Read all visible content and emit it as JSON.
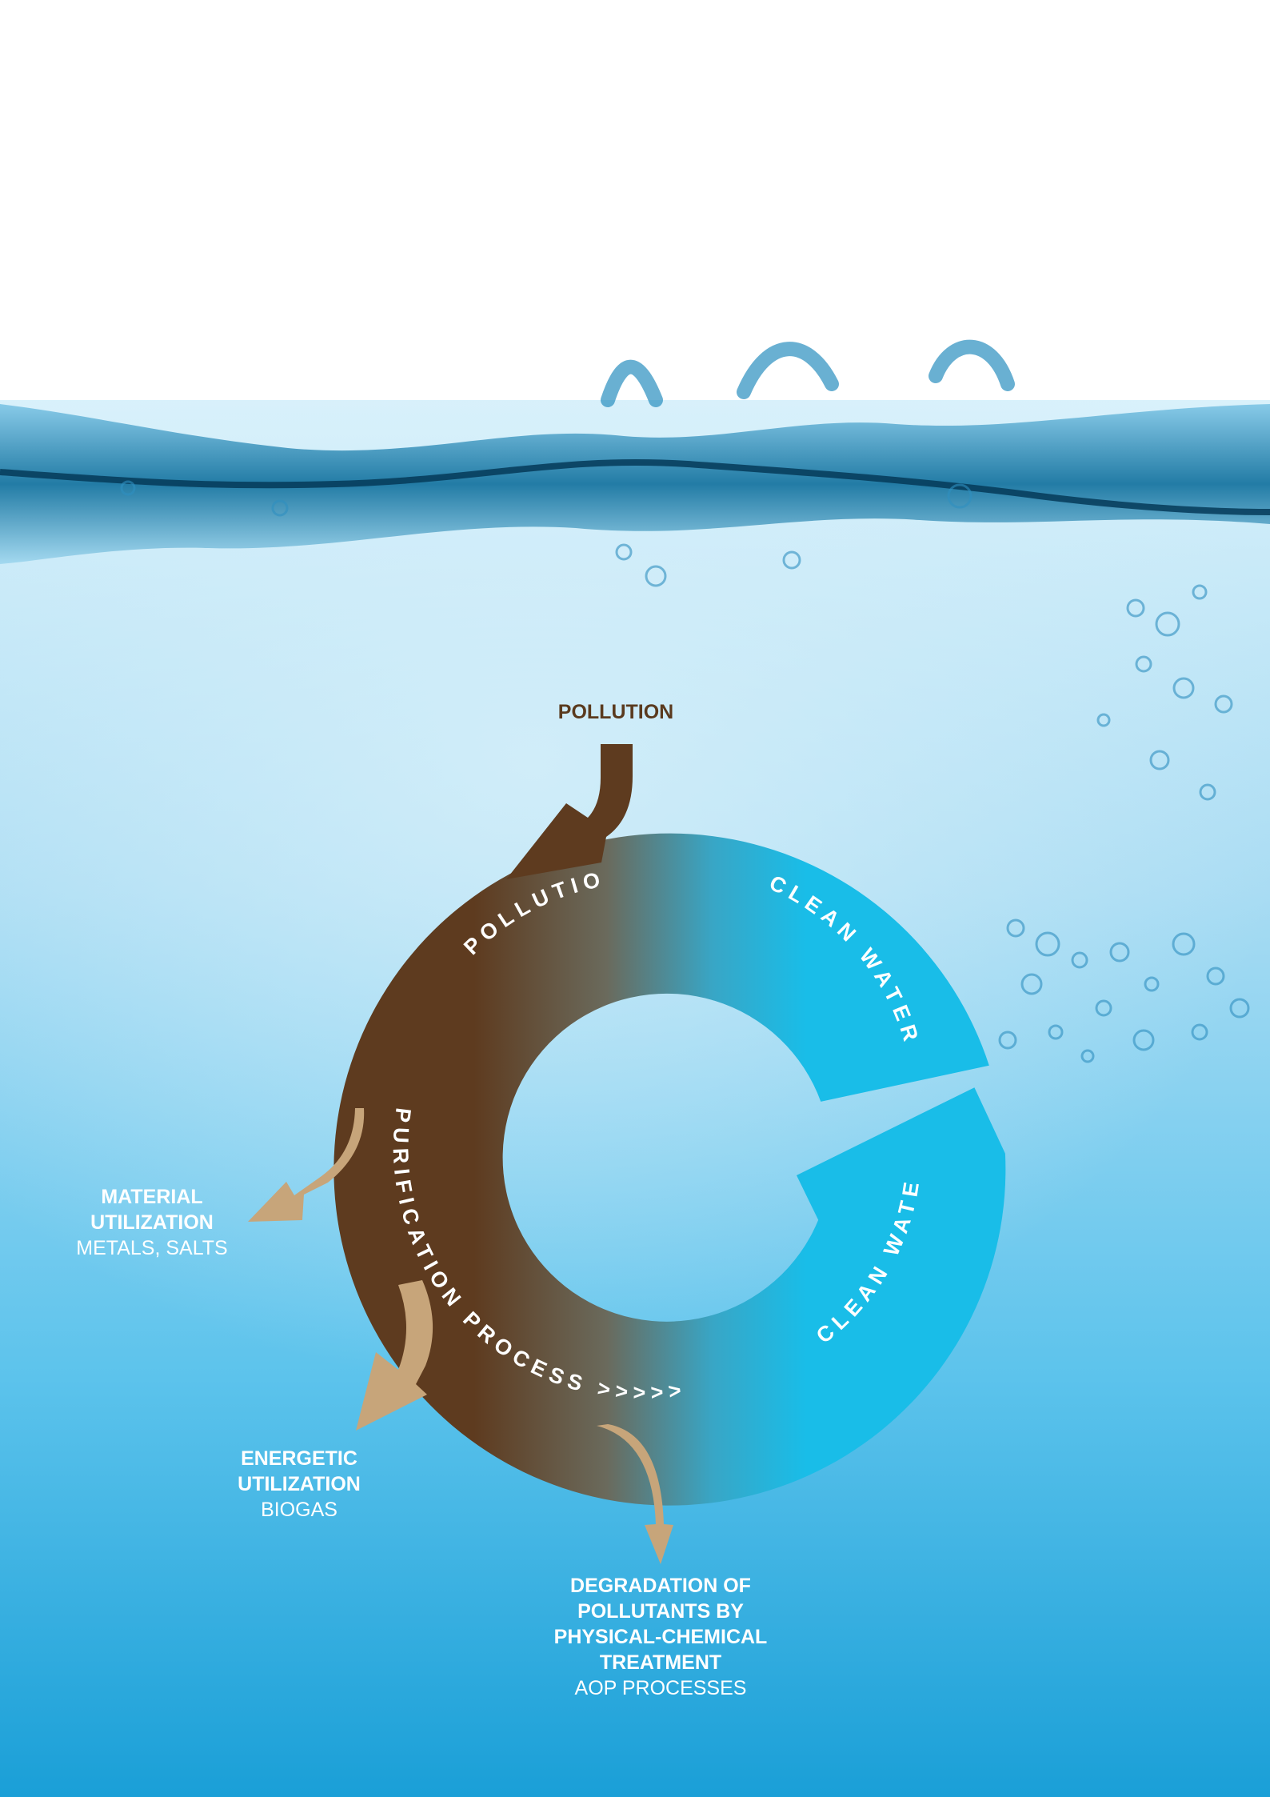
{
  "colors": {
    "water_top": "#c9e9f6",
    "water_bottom": "#1ea8de",
    "pollution_brown": "#5e3b1f",
    "clean_blue": "#19bde8",
    "byproduct_tan": "#c7a57a"
  },
  "diagram": {
    "input_label": "POLLUTION",
    "ring_labels": {
      "pollution": "POLLUTION",
      "clean_water_top": "CLEAN WATER",
      "clean_water_bottom": "CLEAN WATER",
      "process": "PURIFICATION PROCESS >>>>>>>"
    },
    "outputs": [
      {
        "title_lines": [
          "MATERIAL",
          "UTILIZATION"
        ],
        "subtitle": "METALS, SALTS"
      },
      {
        "title_lines": [
          "ENERGETIC",
          "UTILIZATION"
        ],
        "subtitle": "BIOGAS"
      },
      {
        "title_lines": [
          "DEGRADATION OF",
          "POLLUTANTS BY",
          "PHYSICAL-CHEMICAL",
          "TREATMENT"
        ],
        "subtitle": "AOP PROCESSES"
      }
    ]
  }
}
